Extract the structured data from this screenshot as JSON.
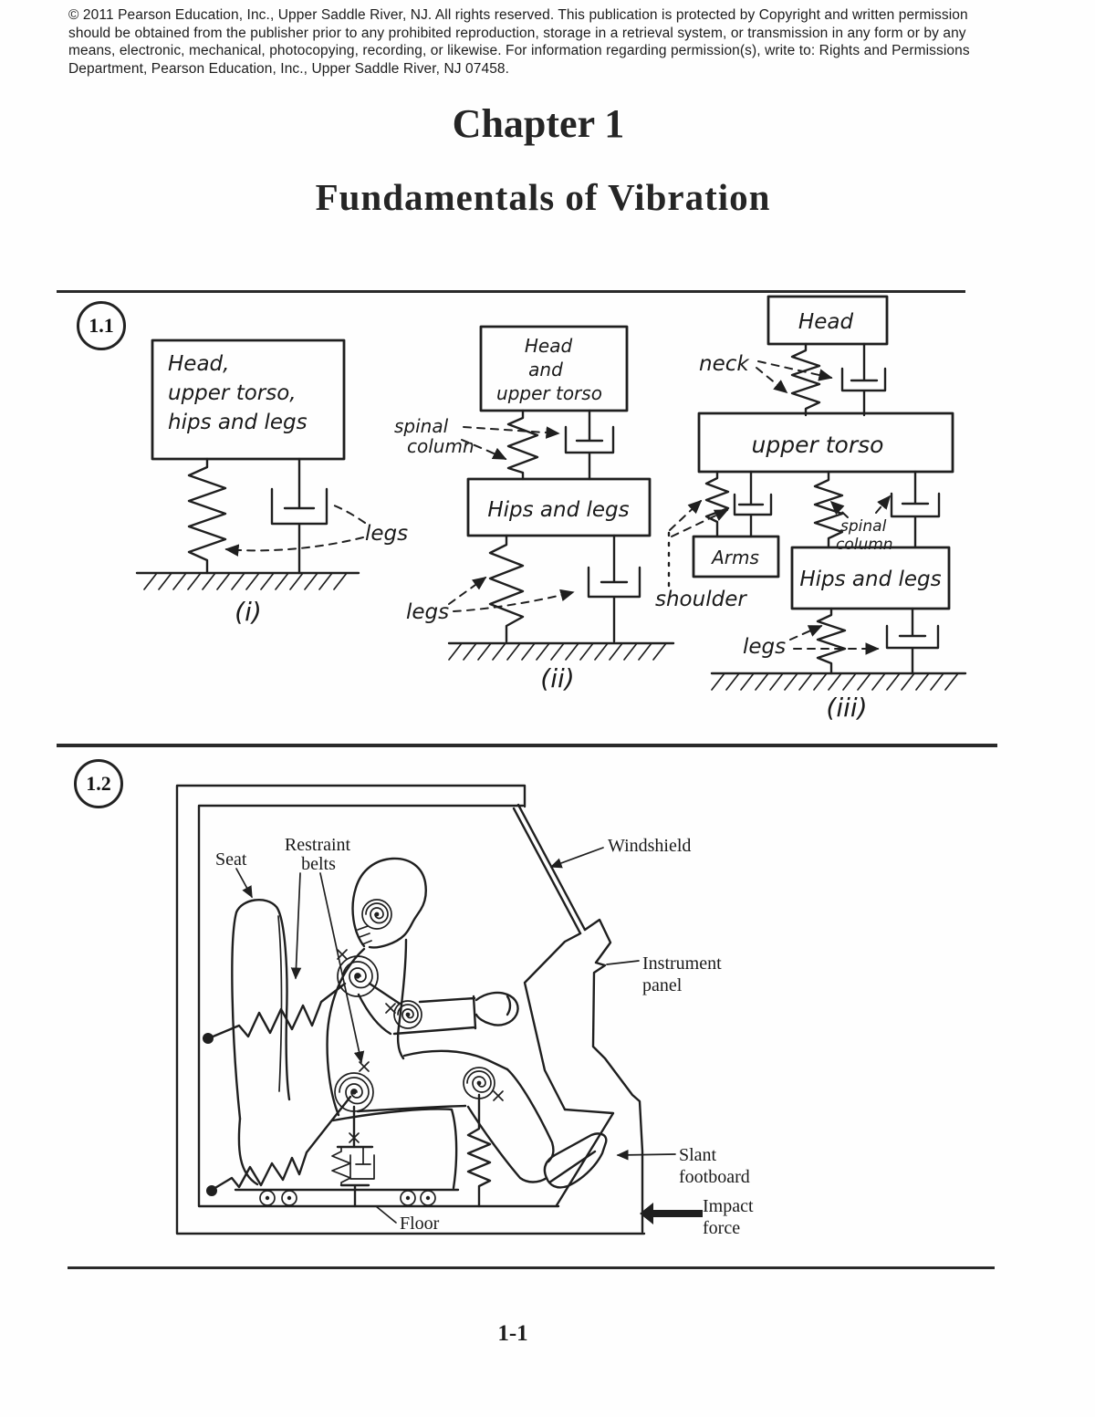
{
  "ink": {
    "color": "#1f1f1f",
    "paper": "#fefefe"
  },
  "copyright": {
    "line1": "© 2011 Pearson Education, Inc., Upper Saddle River, NJ. All rights reserved. This publication is protected by Copyright and written permission",
    "line2": "should be obtained from the publisher prior to any prohibited reproduction, storage in a retrieval system, or transmission in any form or by any",
    "line3": "means, electronic, mechanical, photocopying, recording, or likewise. For information regarding permission(s), write to: Rights and Permissions",
    "line4": "Department, Pearson Education, Inc., Upper Saddle River, NJ 07458."
  },
  "titles": {
    "chapter": "Chapter 1",
    "subtitle": "Fundamentals of Vibration"
  },
  "problem_1_1": {
    "number": "1.1",
    "fig_i": {
      "mass_line1": "Head,",
      "mass_line2": "upper torso,",
      "mass_line3": "hips and legs",
      "legs": "legs",
      "caption": "(i)"
    },
    "fig_ii": {
      "mass1_line1": "Head",
      "mass1_line2": "and",
      "mass1_line3": "upper torso",
      "spinal1": "spinal",
      "spinal2": "column",
      "mass2": "Hips and legs",
      "legs": "legs",
      "caption": "(ii)"
    },
    "fig_iii": {
      "mass1": "Head",
      "neck": "neck",
      "mass2": "upper torso",
      "arms": "Arms",
      "shoulder": "shoulder",
      "spinal1": "spinal",
      "spinal2": "column",
      "mass3": "Hips and legs",
      "legs": "legs",
      "caption": "(iii)"
    }
  },
  "problem_1_2": {
    "number": "1.2",
    "labels": {
      "seat": "Seat",
      "restraint1": "Restraint",
      "restraint2": "belts",
      "windshield": "Windshield",
      "instrument1": "Instrument",
      "instrument2": "panel",
      "slant1": "Slant",
      "slant2": "footboard",
      "impact1": "Impact",
      "impact2": "force",
      "floor": "Floor"
    }
  },
  "footer": {
    "page_number": "1-1"
  }
}
